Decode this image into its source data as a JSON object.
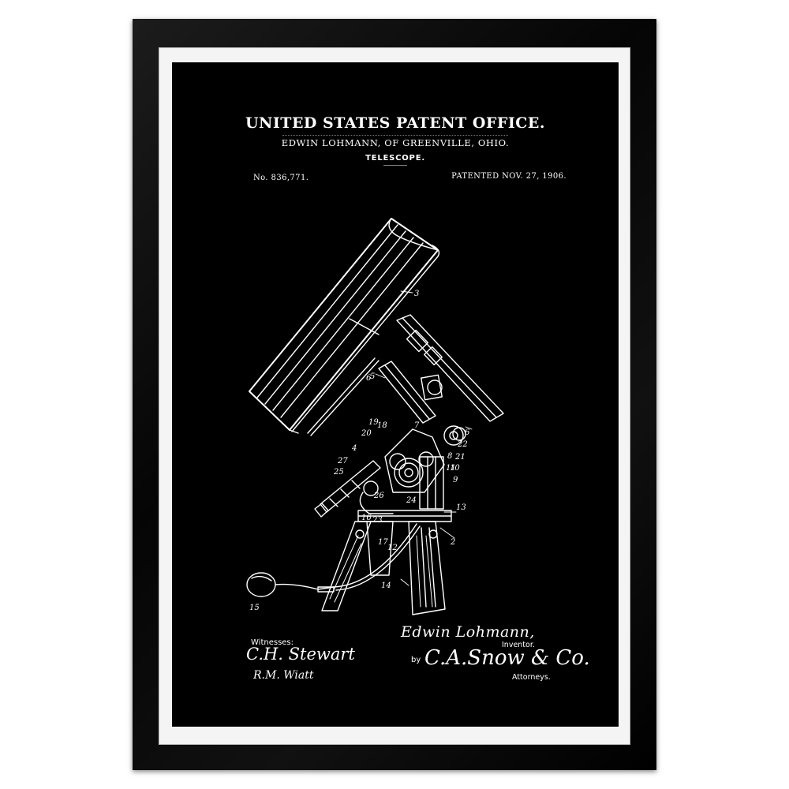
{
  "patent": {
    "office": "UNITED STATES PATENT OFFICE.",
    "inventor_line": "EDWIN LOHMANN, OF GREENVILLE, OHIO.",
    "subject": "TELESCOPE.",
    "number": "No. 836,771.",
    "date": "PATENTED NOV. 27, 1906."
  },
  "reference_numerals": [
    "3",
    "6",
    "6",
    "7",
    "8",
    "9",
    "10",
    "11",
    "12",
    "13",
    "14",
    "15",
    "16",
    "17",
    "18",
    "19",
    "20",
    "21",
    "22",
    "23",
    "24",
    "25",
    "26",
    "27",
    "2",
    "4",
    "5"
  ],
  "signatures": {
    "witnesses_label": "Witnesses:",
    "witness_1": "C.H. Stewart",
    "witness_2": "R.M. Wiatt",
    "inventor_name": "Edwin Lohmann,",
    "inventor_role": "Inventor.",
    "by_label": "by",
    "attorney_name": "C.A.Snow & Co.",
    "attorney_role": "Attorneys."
  },
  "colors": {
    "frame": "#0a0a0a",
    "mat": "#f4f4f4",
    "print_background": "#000000",
    "ink": "#ffffff"
  }
}
